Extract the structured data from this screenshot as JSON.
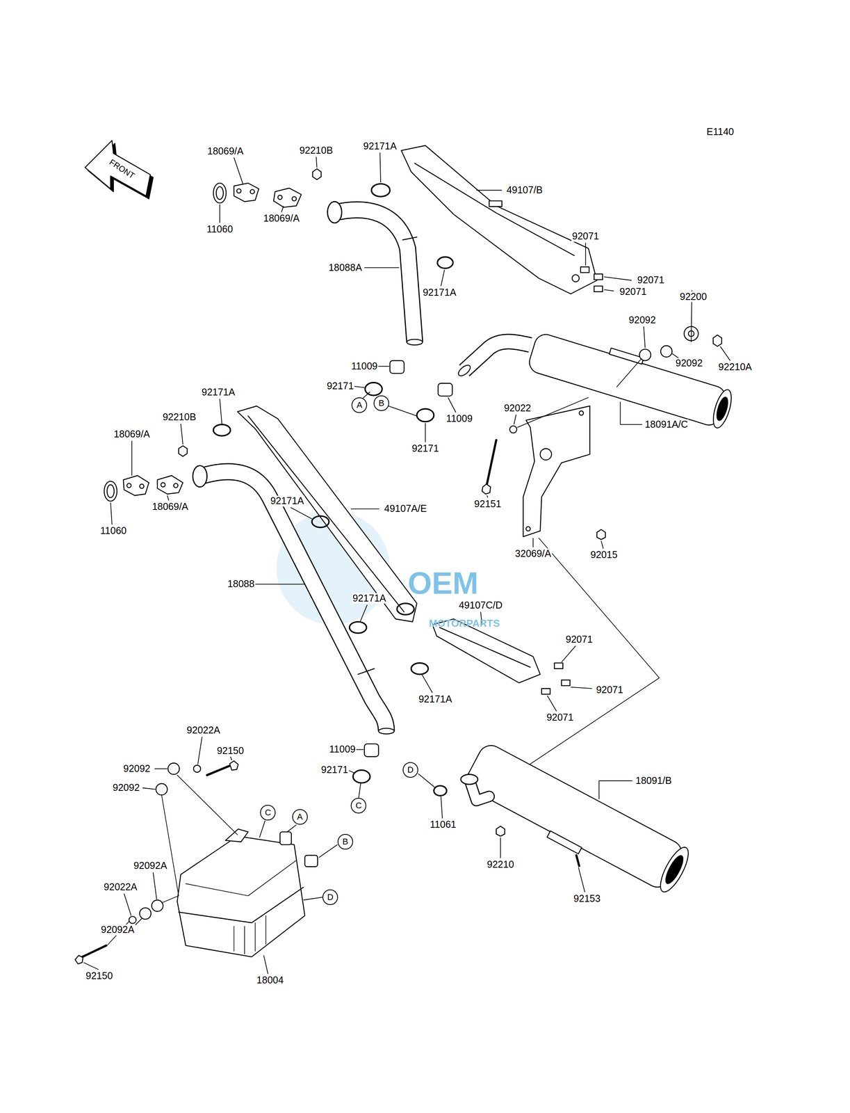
{
  "diagram": {
    "nodes": [
      {
        "text": [
          "A"
        ]
      },
      {
        "text": [
          "B"
        ]
      },
      {
        "text": [
          "D"
        ]
      },
      {
        "text": [
          "C"
        ]
      },
      {
        "text": [
          "C"
        ]
      },
      {
        "text": [
          "A"
        ]
      },
      {
        "text": [
          "B"
        ]
      },
      {
        "text": [
          "D"
        ]
      }
    ],
    "labels": [
      "E1140",
      "FRONT",
      "18069/A",
      "92210B",
      "92171A",
      "49107/B",
      "11060",
      "18069/A",
      "18088A",
      "92171A",
      "92071",
      "92071",
      "92071",
      "92200",
      "92092",
      "92210A",
      "92092",
      "11009",
      "92171",
      "92022",
      "18091A/C",
      "11009",
      "92171",
      "92151",
      "92015",
      "32069/A",
      "92171A",
      "92210B",
      "18069/A",
      "11060",
      "18069/A",
      "92171A",
      "49107A/E",
      "18088",
      "92171A",
      "49107C/D",
      "92071",
      "92071",
      "92071",
      "92171A",
      "92022A",
      "92150",
      "92092",
      "92092",
      "11009",
      "92171",
      "11061",
      "18091/B",
      "92210",
      "92153",
      "92092A",
      "92022A",
      "92092A",
      "92150",
      "18004",
      "OEM",
      "MOTORPARTS"
    ]
  }
}
